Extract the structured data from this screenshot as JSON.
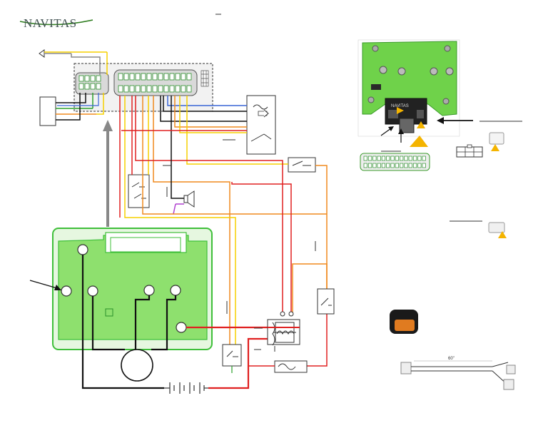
{
  "brand": {
    "name": "NAVITAS",
    "accent": "#2e7d1f"
  },
  "figure": {
    "ruler_label": "60\"",
    "controller_label": "NAVITAS"
  },
  "colors": {
    "board_green": "#8ee06e",
    "board_border": "#3fbf3a",
    "wire_red": "#e02020",
    "wire_orange": "#f08a1e",
    "wire_yellow": "#f5d000",
    "wire_blue": "#3a66d6",
    "wire_black": "#111111",
    "wire_green": "#2ca02c",
    "wire_purple": "#b040d0",
    "wire_gray": "#888888",
    "warning": "#f4b400"
  },
  "components": [
    "controller-board",
    "motor",
    "battery-pack",
    "main-contactor",
    "fuse",
    "horn",
    "key-switch",
    "forward-reverse-switch",
    "throttle-connector",
    "logic-connector",
    "solenoid",
    "controller-photo",
    "pinout-diagram",
    "harness-photo"
  ]
}
